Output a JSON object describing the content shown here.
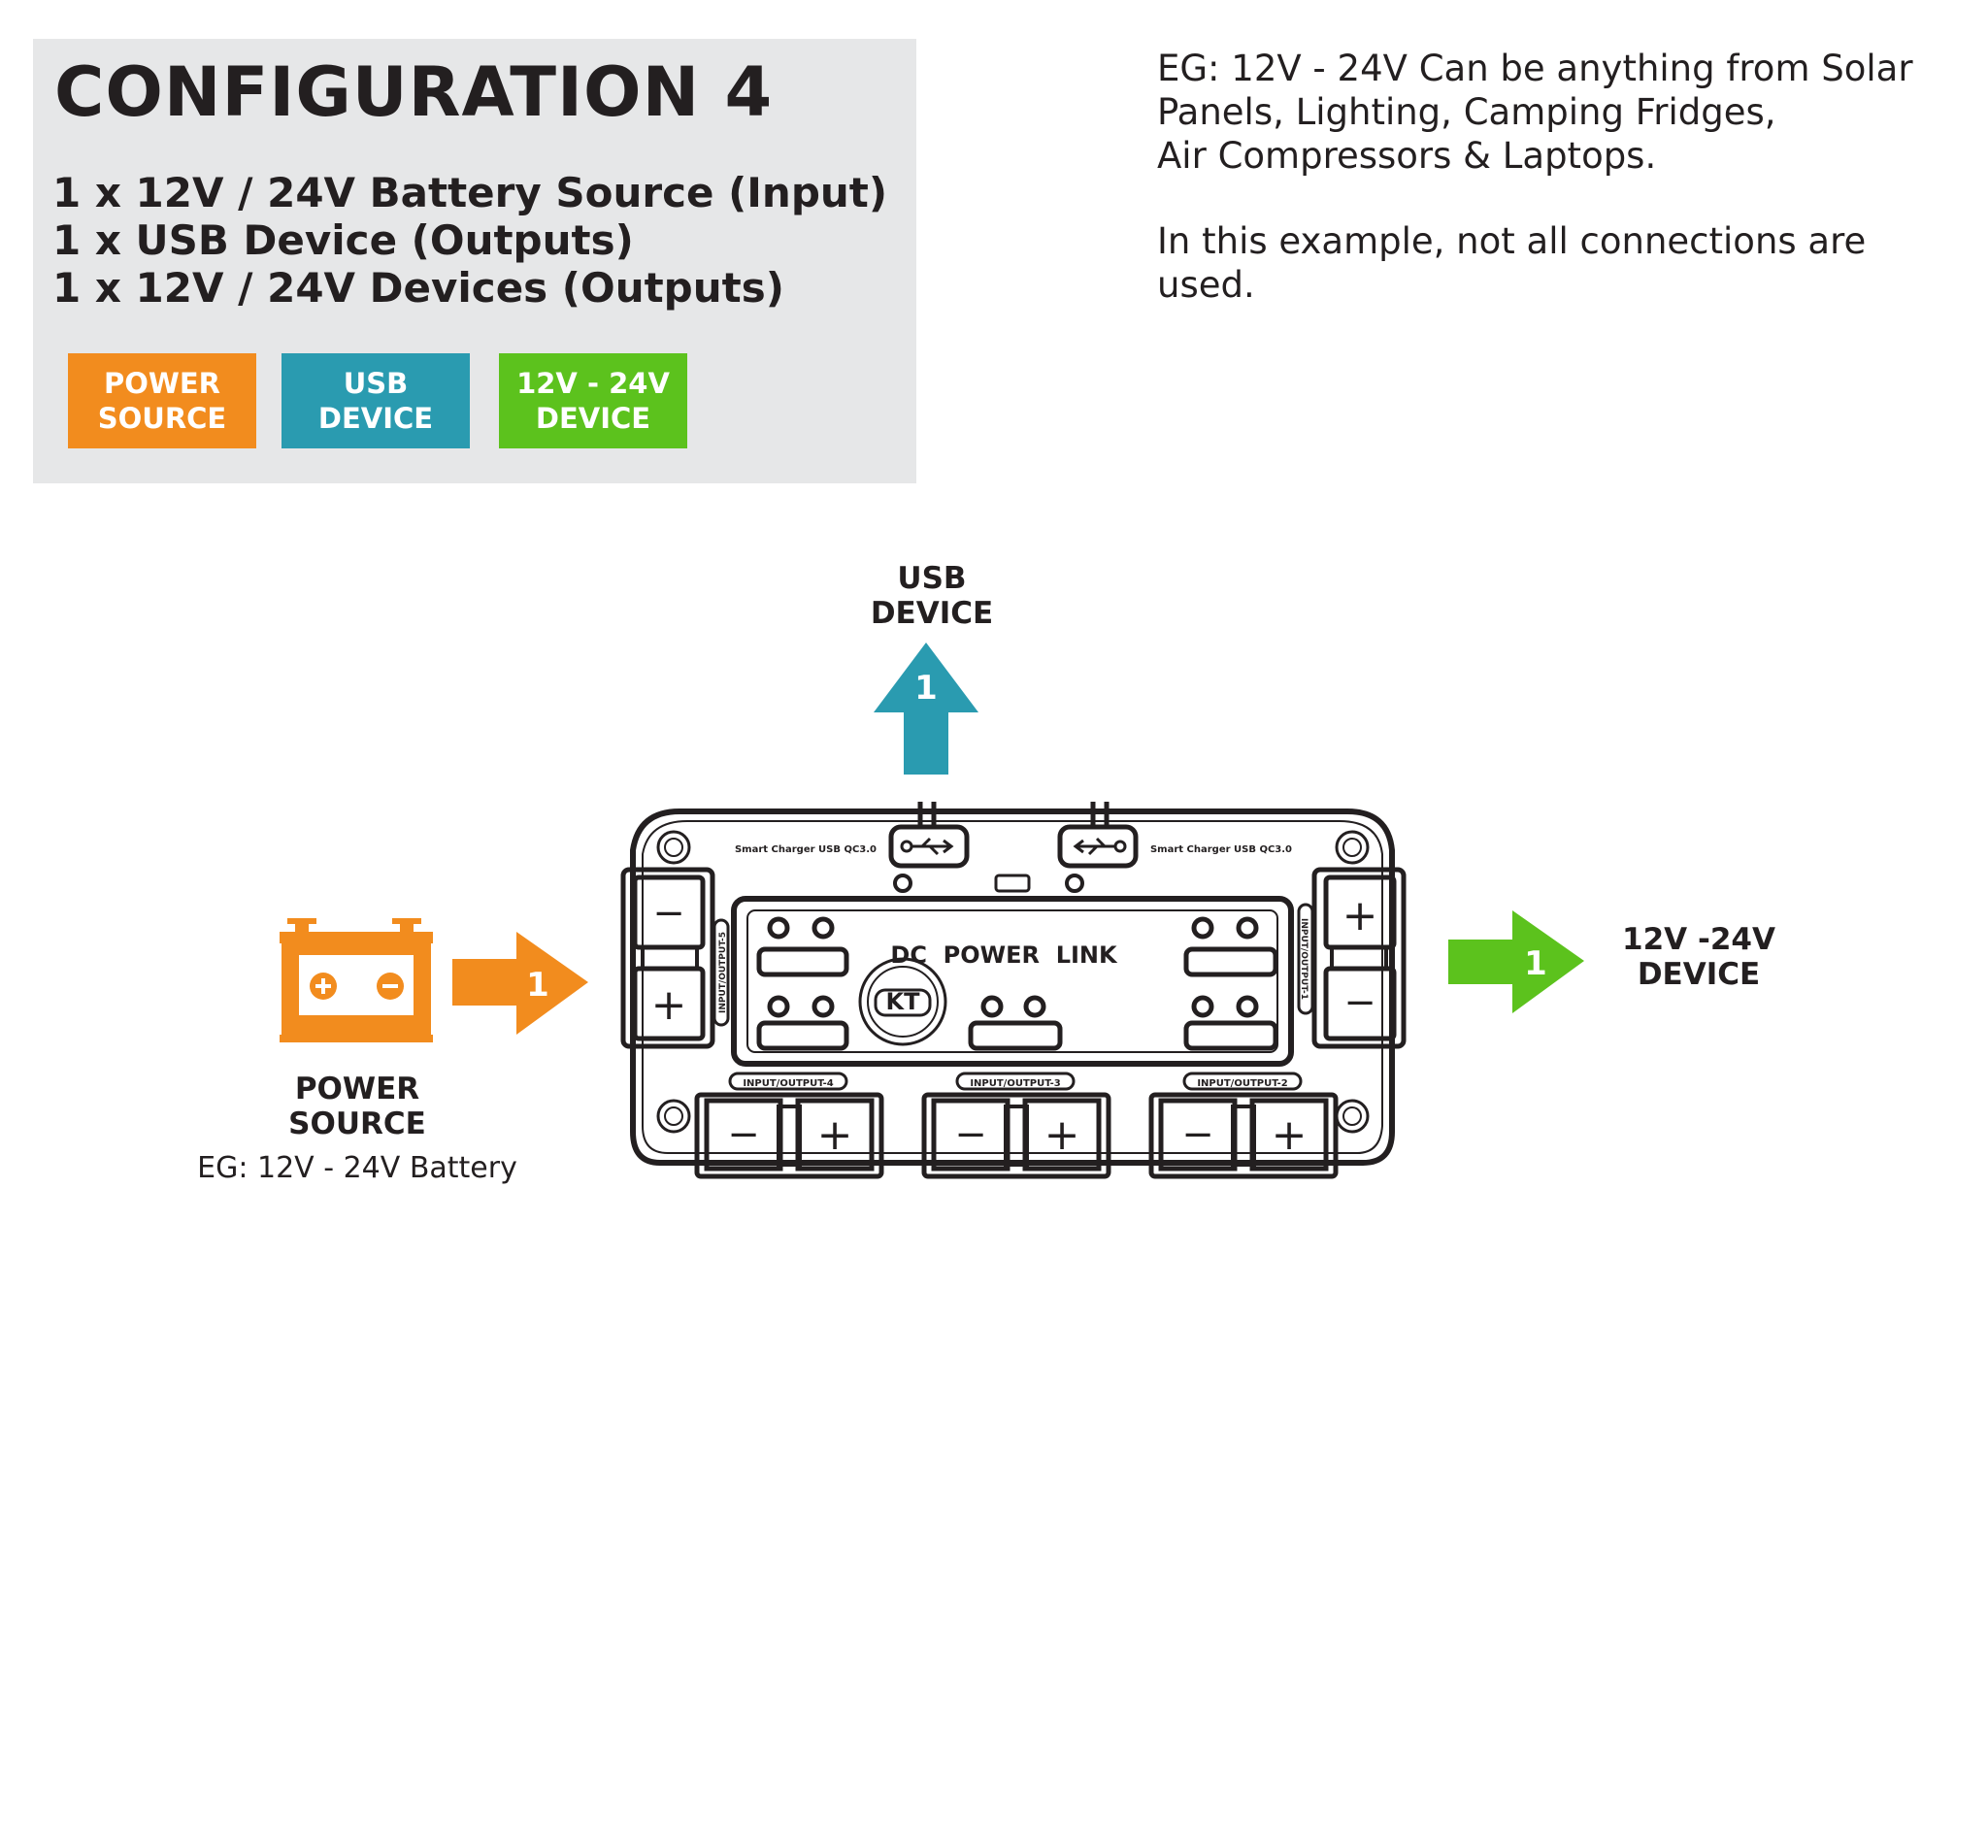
{
  "title": "CONFIGURATION 4",
  "requirements": [
    "1 x 12V / 24V Battery Source (Input)",
    "1 x USB Device (Outputs)",
    "1 x 12V / 24V Devices (Outputs)"
  ],
  "legend": [
    {
      "line1": "POWER",
      "line2": "SOURCE",
      "color": "#f28c1e"
    },
    {
      "line1": "USB",
      "line2": "DEVICE",
      "color": "#2a9bb0"
    },
    {
      "line1": "12V - 24V",
      "line2": "DEVICE",
      "color": "#5cc21d"
    }
  ],
  "notes": {
    "line1": "EG: 12V - 24V Can be anything from Solar",
    "line2": "Panels, Lighting, Camping Fridges,",
    "line3": "Air Compressors & Laptops.",
    "line4": "In this example, not all connections are",
    "line5": "used."
  },
  "diagram": {
    "usb_label_line1": "USB",
    "usb_label_line2": "DEVICE",
    "usb_arrow_number": "1",
    "power_arrow_number": "1",
    "device_arrow_number": "1",
    "power_label_line1": "POWER",
    "power_label_line2": "SOURCE",
    "power_caption": "EG: 12V - 24V Battery",
    "device_label_line1": "12V -24V",
    "device_label_line2": "DEVICE"
  },
  "hub": {
    "name": "DC  POWER  LINK",
    "logo": "KT",
    "usb_port_label_left": "Smart Charger USB QC3.0",
    "usb_port_label_right": "Smart Charger USB QC3.0",
    "port_1": "INPUT/OUTPUT-1",
    "port_2": "INPUT/OUTPUT-2",
    "port_3": "INPUT/OUTPUT-3",
    "port_4": "INPUT/OUTPUT-4",
    "port_5": "INPUT/OUTPUT-5",
    "plus_symbol": "+",
    "minus_symbol": "−"
  },
  "colors": {
    "power": "#f28c1e",
    "usb": "#2a9bb0",
    "device": "#5cc21d",
    "panel_bg": "#e6e7e8"
  }
}
